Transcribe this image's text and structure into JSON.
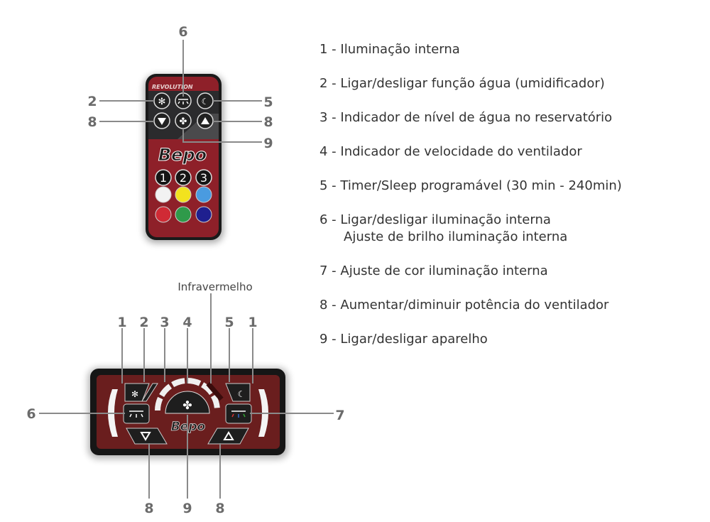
{
  "remote": {
    "brand_top": "REVOLUTION",
    "brand": "Bepo",
    "number_buttons": [
      "1",
      "2",
      "3"
    ],
    "color_buttons": [
      "#f2f2f2",
      "#f2e21e",
      "#4a9be0",
      "#d02a35",
      "#2f9a4a",
      "#1f1f8f"
    ],
    "callouts": {
      "c6": "6",
      "c2": "2",
      "c5": "5",
      "c8_left": "8",
      "c8_right": "8",
      "c9": "9"
    }
  },
  "panel": {
    "brand": "Bepo",
    "infrared_label": "Infravermelho",
    "callouts": {
      "top": [
        "1",
        "2",
        "3",
        "4",
        "5",
        "1"
      ],
      "left": "6",
      "right": "7",
      "bottom": [
        "8",
        "9",
        "8"
      ]
    }
  },
  "legend": [
    {
      "text": "1 - Iluminação interna"
    },
    {
      "text": "2 - Ligar/desligar função água (umidificador)"
    },
    {
      "text": "3 - Indicador de nível de água no reservatório"
    },
    {
      "text": "4 - Indicador de velocidade do ventilador"
    },
    {
      "text": "5 - Timer/Sleep programável (30 min - 240min)"
    },
    {
      "text": "6 - Ligar/desligar iluminação interna",
      "sub": "Ajuste de brilho iluminação interna"
    },
    {
      "text": "7 - Ajuste de cor iluminação interna"
    },
    {
      "text": "8 - Aumentar/diminuir potência do ventilador"
    },
    {
      "text": "9 - Ligar/desligar aparelho"
    }
  ]
}
